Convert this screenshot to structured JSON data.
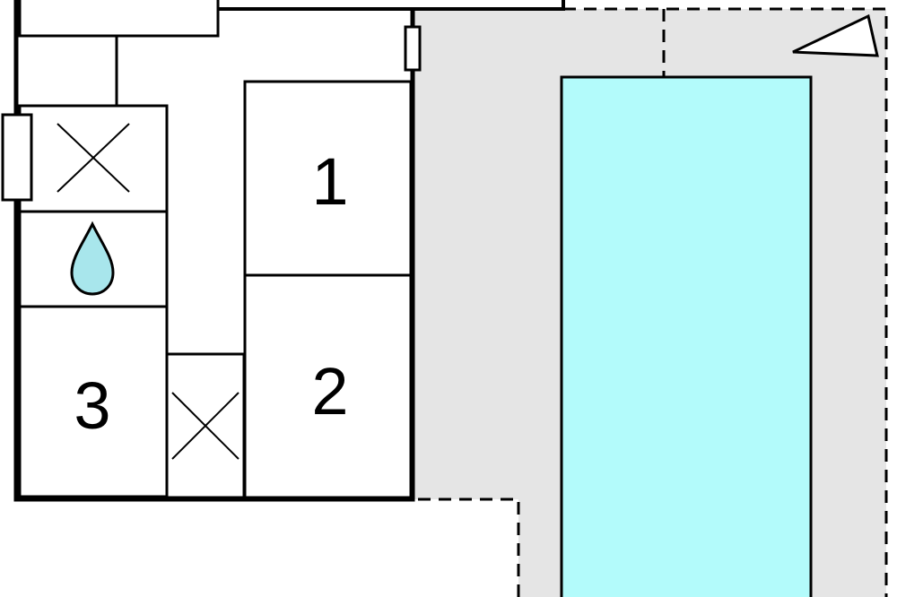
{
  "floorplan": {
    "rooms": [
      {
        "id": "bedroom-1",
        "label": "1"
      },
      {
        "id": "bedroom-2",
        "label": "2"
      },
      {
        "id": "bedroom-3",
        "label": "3"
      }
    ],
    "icons": {
      "wc_1": "wc-cross-icon",
      "wc_2": "wc-cross-icon",
      "bathroom": "water-drop-icon",
      "north": "north-arrow-icon"
    },
    "colors": {
      "pool": "#b3fbfb",
      "terrace": "#e5e5e5",
      "wall": "#000000",
      "background": "#ffffff",
      "drop": "#a8e6ec"
    }
  }
}
